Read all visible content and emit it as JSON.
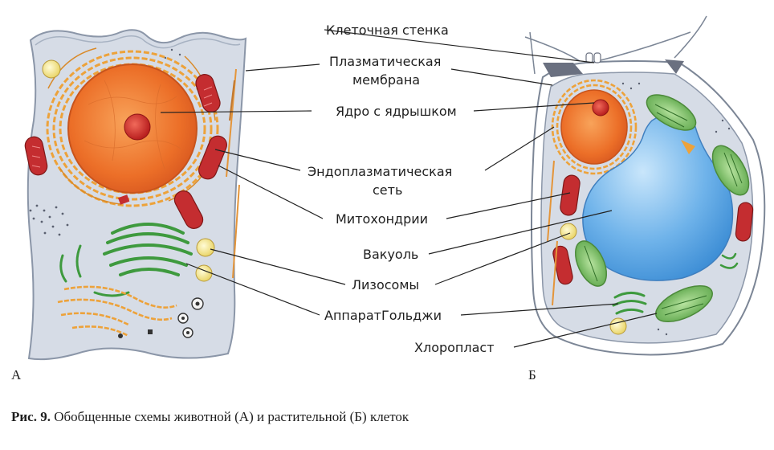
{
  "labels": {
    "cell_wall": "Клеточная стенка",
    "plasma_membrane_1": "Плазматическая",
    "plasma_membrane_2": "мембрана",
    "nucleus": "Ядро с ядрышком",
    "er_1": "Эндоплазматическая",
    "er_2": "сеть",
    "mitochondria": "Митохондрии",
    "vacuole": "Вакуоль",
    "lysosomes": "Лизосомы",
    "golgi": "АппаратГольджи",
    "chloroplast": "Хлоропласт"
  },
  "panel_tags": {
    "animal": "А",
    "plant": "Б"
  },
  "caption": {
    "prefix": "Рис. 9.",
    "text": " Обобщенные схемы животной (А) и растительной (Б) клеток"
  },
  "colors": {
    "cytoplasm": "#d5dbe6",
    "cell_outline": "#8a95a6",
    "nucleus": "#e9712a",
    "nucleolus": "#cc2424",
    "er": "#eda23a",
    "mitochondria": "#c42d30",
    "golgi": "#3e9a3e",
    "vacuole": "#5ea9e6",
    "chloroplast": "#7fc36d",
    "lysosome": "#f3e79a",
    "wall": "#ffffff"
  }
}
